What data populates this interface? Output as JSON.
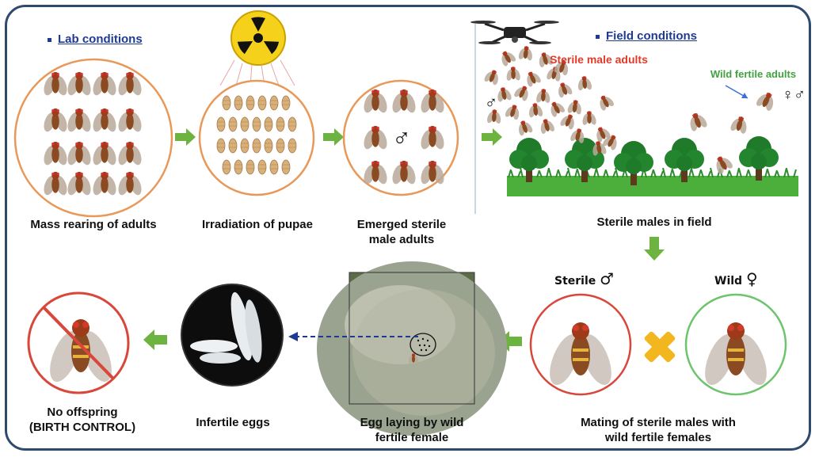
{
  "sections": {
    "lab": "Lab conditions",
    "field": "Field conditions"
  },
  "field_labels": {
    "sterile_male_adults": "Sterile male adults",
    "wild_fertile_adults": "Wild fertile adults",
    "male_symbol": "♂",
    "wild_symbols": "♀♂"
  },
  "steps": {
    "mass_rearing": "Mass rearing of adults",
    "irradiation": "Irradiation of pupae",
    "emerged_line1": "Emerged sterile",
    "emerged_line2": "male adults",
    "sterile_field": "Sterile males in field",
    "mating_line1": "Mating of sterile males with",
    "mating_line2": "wild fertile females",
    "egg_laying_line1": "Egg laying by wild",
    "egg_laying_line2": "fertile female",
    "infertile_eggs": "Infertile eggs",
    "no_offspring_line1": "No offspring",
    "no_offspring_line2": "(BIRTH CONTROL)"
  },
  "mating": {
    "sterile_label": "Sterile",
    "sterile_symbol": "♂",
    "wild_label": "Wild",
    "wild_symbol": "♀"
  },
  "emerged_symbol": "♂",
  "colors": {
    "frame": "#2e4a6e",
    "section_title": "#1f3a93",
    "arrow": "#6db33f",
    "circle_lab": "#e8995a",
    "circle_sterile": "#d9473a",
    "circle_wild": "#6cc46c",
    "cross": "#f2b61f",
    "sterile_text": "#e23a2a",
    "wild_text": "#3fa33f"
  }
}
